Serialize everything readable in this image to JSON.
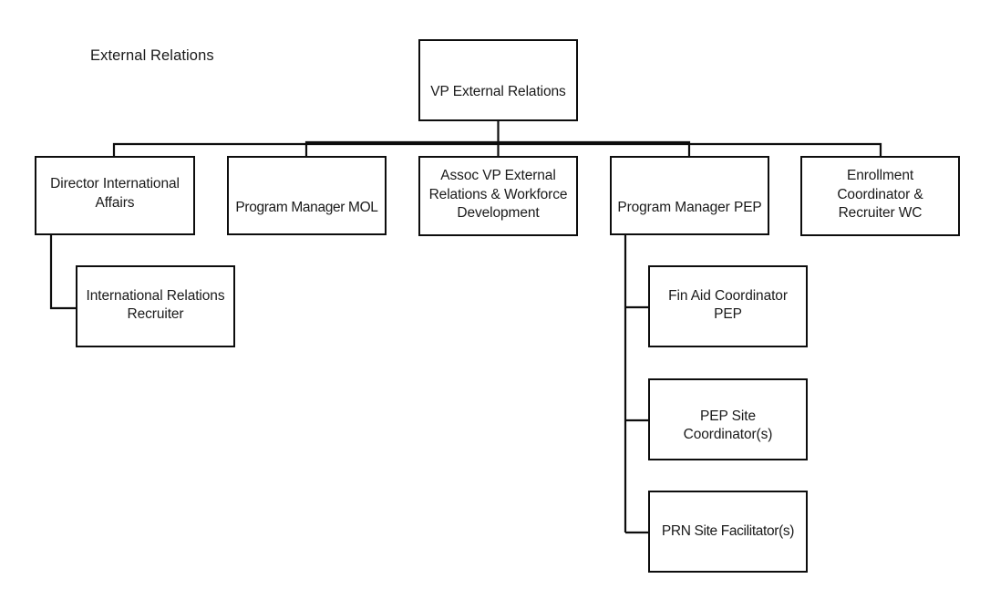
{
  "chart": {
    "title": "External Relations",
    "type": "org-chart",
    "line_color": "#0d0d0d",
    "box_fill": "#ffffff",
    "text_color": "#1a1a1a"
  },
  "nodes": {
    "vp_external_relations": {
      "label": "VP External Relations",
      "level": 1
    },
    "director_international_affairs": {
      "label": "Director International\nAffairs",
      "level": 2
    },
    "program_manager_mol": {
      "label": "Program Manager MOL",
      "level": 2
    },
    "assoc_vp_external_relations": {
      "label": "Assoc VP External\nRelations & Workforce\nDevelopment",
      "level": 2
    },
    "program_manager_pep": {
      "label": "Program Manager PEP",
      "level": 2
    },
    "enrollment_coordinator_recruiter_wc": {
      "label": "Enrollment\nCoordinator &\nRecruiter WC",
      "level": 2
    },
    "international_relations_recruiter": {
      "label": "International Relations\nRecruiter",
      "level": 3
    },
    "fin_aid_coordinator_pep": {
      "label": "Fin Aid Coordinator\nPEP",
      "level": 3
    },
    "pep_site_coordinator": {
      "label": "PEP Site\nCoordinator(s)",
      "level": 3
    },
    "prn_site_facilitator": {
      "label": "PRN Site Facilitator(s)",
      "level": 3
    }
  },
  "hierarchy": {
    "root": "vp_external_relations",
    "edges": [
      {
        "from": "vp_external_relations",
        "to": "director_international_affairs"
      },
      {
        "from": "vp_external_relations",
        "to": "program_manager_mol"
      },
      {
        "from": "vp_external_relations",
        "to": "assoc_vp_external_relations"
      },
      {
        "from": "vp_external_relations",
        "to": "program_manager_pep"
      },
      {
        "from": "vp_external_relations",
        "to": "enrollment_coordinator_recruiter_wc"
      },
      {
        "from": "director_international_affairs",
        "to": "international_relations_recruiter"
      },
      {
        "from": "program_manager_pep",
        "to": "fin_aid_coordinator_pep"
      },
      {
        "from": "program_manager_pep",
        "to": "pep_site_coordinator"
      },
      {
        "from": "program_manager_pep",
        "to": "prn_site_facilitator"
      }
    ]
  }
}
